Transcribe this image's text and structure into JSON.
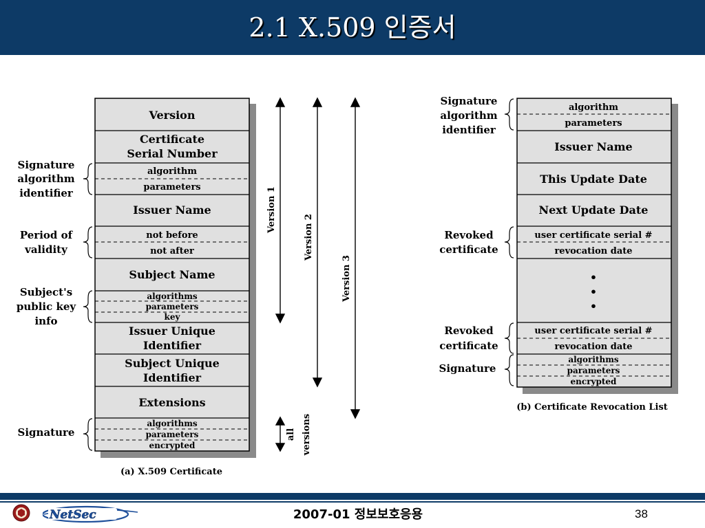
{
  "slide": {
    "title": "2.1 X.509 인증서",
    "footer": "2007-01 정보보호응용",
    "page_number": "38",
    "colors": {
      "title_bar": "#0d3a66",
      "box_fill": "#e0e0e0",
      "shadow": "#8a8a8a"
    }
  },
  "certificate": {
    "caption": "(a) X.509 Certificate",
    "fields": {
      "version": "Version",
      "serial_1": "Certificate",
      "serial_2": "Serial Number",
      "algorithm": "algorithm",
      "parameters": "parameters",
      "issuer_name": "Issuer Name",
      "not_before": "not before",
      "not_after": "not after",
      "subject_name": "Subject Name",
      "pk_algorithms": "algorithms",
      "pk_parameters": "parameters",
      "pk_key": "key",
      "issuer_uid_1": "Issuer Unique",
      "issuer_uid_2": "Identifier",
      "subject_uid_1": "Subject Unique",
      "subject_uid_2": "Identifier",
      "extensions": "Extensions",
      "sig_algorithms": "algorithms",
      "sig_parameters": "parameters",
      "sig_encrypted": "encrypted"
    },
    "labels": {
      "sig_alg_1": "Signature",
      "sig_alg_2": "algorithm",
      "sig_alg_3": "identifier",
      "validity_1": "Period of",
      "validity_2": "validity",
      "pk_1": "Subject's",
      "pk_2": "public key",
      "pk_3": "info",
      "signature": "Signature"
    },
    "versions": {
      "v1": "Version 1",
      "v2": "Version 2",
      "v3": "Version 3",
      "all_1": "all",
      "all_2": "versions"
    }
  },
  "crl": {
    "caption": "(b) Certificate Revocation List",
    "fields": {
      "algorithm": "algorithm",
      "parameters": "parameters",
      "issuer_name": "Issuer Name",
      "this_update": "This Update Date",
      "next_update": "Next Update Date",
      "serial_1": "user certificate serial #",
      "revocation_1": "revocation date",
      "ellipsis": "•",
      "serial_2": "user certificate serial #",
      "revocation_2": "revocation date",
      "sig_algorithms": "algorithms",
      "sig_parameters": "parameters",
      "sig_encrypted": "encrypted"
    },
    "labels": {
      "sig_alg_1": "Signature",
      "sig_alg_2": "algorithm",
      "sig_alg_3": "identifier",
      "revoked_1a": "Revoked",
      "revoked_1b": "certificate",
      "revoked_2a": "Revoked",
      "revoked_2b": "certificate",
      "signature": "Signature"
    }
  }
}
